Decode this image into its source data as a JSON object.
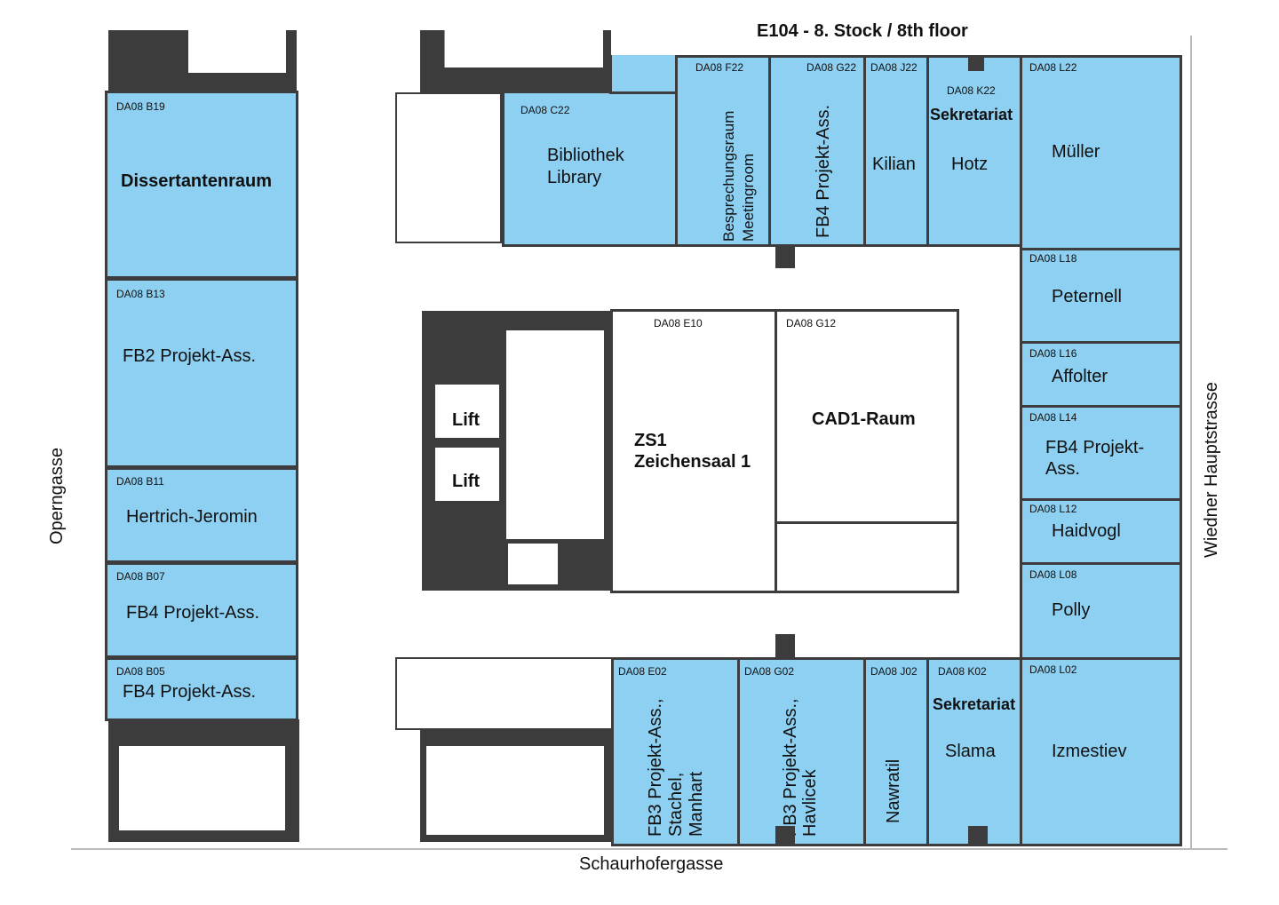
{
  "title": "E104 - 8. Stock / 8th floor",
  "streets": {
    "bottom": "Schaurhofergasse",
    "left": "Operngasse",
    "right": "Wiedner Hauptstrasse"
  },
  "colors": {
    "office_fill": "#8dd0f2",
    "wall": "#3c3c3c",
    "corridor": "#ffffff"
  },
  "rooms": {
    "b19": {
      "code": "DA08 B19",
      "label": "Dissertantenraum"
    },
    "b13": {
      "code": "DA08 B13",
      "label": "FB2 Projekt-Ass."
    },
    "b11": {
      "code": "DA08 B11",
      "label": "Hertrich-Jeromin"
    },
    "b07": {
      "code": "DA08 B07",
      "label": "FB4 Projekt-Ass."
    },
    "b05": {
      "code": "DA08 B05",
      "label": "FB4 Projekt-Ass."
    },
    "c22": {
      "code": "DA08 C22",
      "label_line1": "Bibliothek",
      "label_line2": "Library"
    },
    "f22": {
      "code": "DA08 F22",
      "label_line1": "Besprechungsraum",
      "label_line2": "Meetingroom"
    },
    "g22": {
      "code": "DA08 G22",
      "label": "FB4 Projekt-Ass."
    },
    "j22": {
      "code": "DA08 J22",
      "label": "Kilian"
    },
    "k22": {
      "code": "DA08 K22",
      "heading": "Sekretariat",
      "label": "Hotz"
    },
    "l22": {
      "code": "DA08 L22",
      "label": "Müller"
    },
    "l18": {
      "code": "DA08 L18",
      "label": "Peternell"
    },
    "l16": {
      "code": "DA08 L16",
      "label": "Affolter"
    },
    "l14": {
      "code": "DA08 L14",
      "label_line1": "FB4 Projekt-",
      "label_line2": "Ass."
    },
    "l12": {
      "code": "DA08 L12",
      "label": "Haidvogl"
    },
    "l08": {
      "code": "DA08 L08",
      "label": "Polly"
    },
    "l02": {
      "code": "DA08 L02",
      "label": "Izmestiev"
    },
    "k02": {
      "code": "DA08 K02",
      "heading": "Sekretariat",
      "label": "Slama"
    },
    "j02": {
      "code": "DA08 J02",
      "label": "Nawratil"
    },
    "g02": {
      "code": "DA08 G02",
      "label_line1": "FB3 Projekt-Ass.,",
      "label_line2": "Havlicek"
    },
    "e02": {
      "code": "DA08 E02",
      "label_line1": "FB3 Projekt-Ass.,",
      "label_line2": "Stachel,",
      "label_line3": "Manhart"
    },
    "e10": {
      "code": "DA08 E10",
      "label_line1": "ZS1",
      "label_line2": "Zeichensaal 1"
    },
    "g12": {
      "code": "DA08 G12",
      "label": "CAD1-Raum"
    }
  },
  "lifts": [
    {
      "label": "Lift"
    },
    {
      "label": "Lift"
    }
  ]
}
